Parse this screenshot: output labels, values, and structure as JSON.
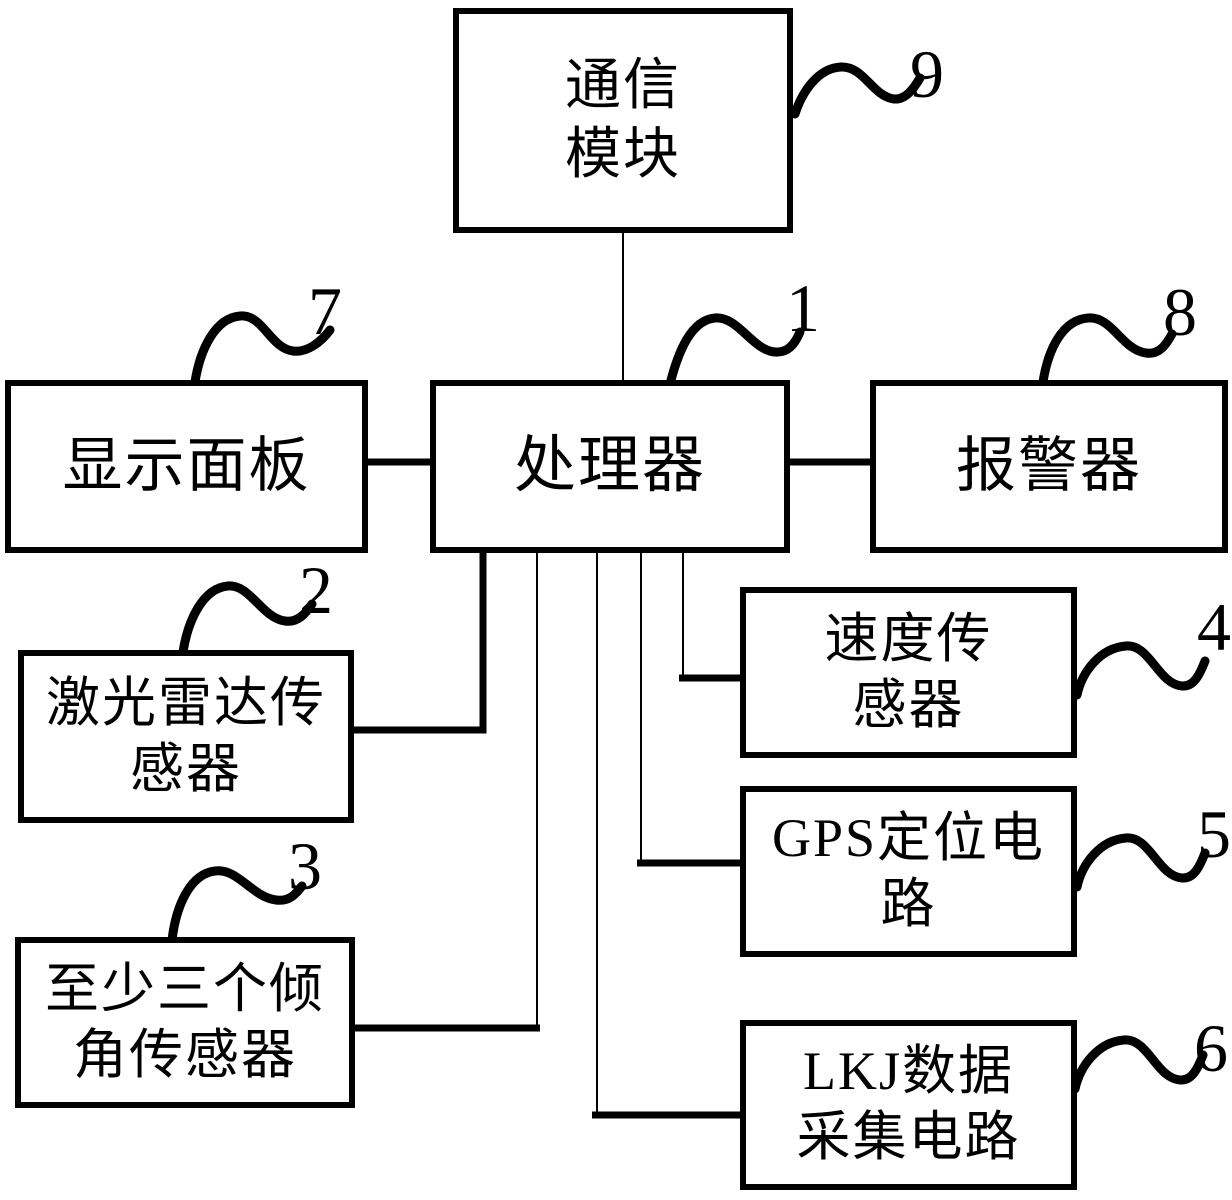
{
  "figure": {
    "colors": {
      "ink": "#000000",
      "background": "#ffffff"
    },
    "blocks": {
      "communication": {
        "label": "通信模块",
        "line1": "通信",
        "line2": "模块",
        "ref": "9"
      },
      "processor": {
        "label": "处理器",
        "line1": "处理器",
        "ref": "1"
      },
      "display": {
        "label": "显示面板",
        "line1": "显示面板",
        "ref": "7"
      },
      "alarm": {
        "label": "报警器",
        "line1": "报警器",
        "ref": "8"
      },
      "lidar": {
        "label": "激光雷达传感器",
        "line1": "激光雷达传",
        "line2": "感器",
        "ref": "2"
      },
      "tilt": {
        "label": "至少三个倾角传感器",
        "line1": "至少三个倾",
        "line2": "角传感器",
        "ref": "3"
      },
      "speed": {
        "label": "速度传感器",
        "line1": "速度传",
        "line2": "感器",
        "ref": "4"
      },
      "gps": {
        "label": "GPS定位电路",
        "line1": "GPS定位电",
        "line2": "路",
        "ref": "5"
      },
      "lkj": {
        "label": "LKJ数据采集电路",
        "line1": "LKJ数据",
        "line2": "采集电路",
        "ref": "6"
      }
    }
  }
}
